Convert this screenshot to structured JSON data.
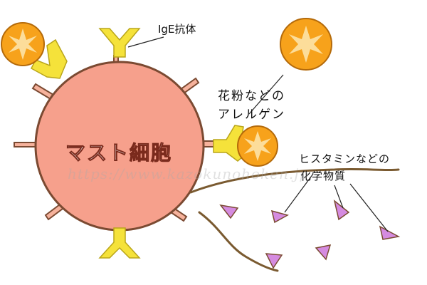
{
  "diagram": {
    "cell_label": "マスト細胞",
    "antibody_label": "IgE抗体",
    "allergen_label_line1": "花粉などの",
    "allergen_label_line2": "アレルゲン",
    "chemical_label_line1": "ヒスタミンなどの",
    "chemical_label_line2": "化学物質",
    "watermark": "https://www.kazokunohoken.jp"
  },
  "colors": {
    "cell_fill": "#f6a08c",
    "cell_stroke": "#7b4a32",
    "antibody": "#f5e23a",
    "pollen_fill": "#f7a21b",
    "pollen_star": "#fde7b0",
    "triangle": "#d58be0",
    "fiber": "#7a5a30"
  }
}
